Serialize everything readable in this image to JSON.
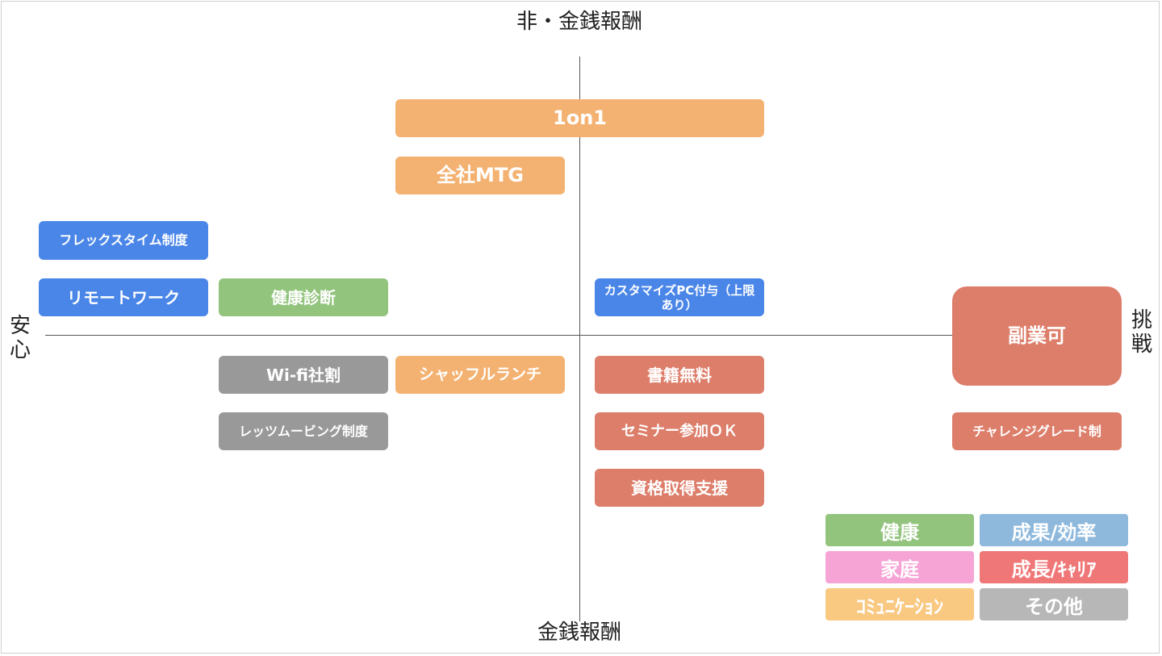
{
  "axes": {
    "top": "非・金銭報酬",
    "bottom": "金銭報酬",
    "left": "安心",
    "right": "挑戦"
  },
  "items": {
    "one_on_one": "1on1",
    "all_hands_mtg": "全社MTG",
    "flex_time": "フレックスタイム制度",
    "remote_work": "リモートワーク",
    "health_checkup": "健康診断",
    "custom_pc": "カスタマイズPC付与（上限あり）",
    "side_job": "副業可",
    "wifi_discount": "Wi-fi社割",
    "shuffle_lunch": "シャッフルランチ",
    "free_books": "書籍無料",
    "lets_moving": "レッツムービング制度",
    "seminar_ok": "セミナー参加ＯＫ",
    "challenge_grade": "チャレンジグレード制",
    "certification_support": "資格取得支援"
  },
  "legend": {
    "health": "健康",
    "result": "成果/効率",
    "family": "家庭",
    "growth": "成長/ｷｬﾘｱ",
    "communication": "ｺﾐｭﾆｹｰｼｮﾝ",
    "other": "その他"
  },
  "colors": {
    "communication": "#f4b272",
    "result": "#4a86e8",
    "health": "#93c47d",
    "other": "#999999",
    "growth": "#dd7e6b"
  }
}
